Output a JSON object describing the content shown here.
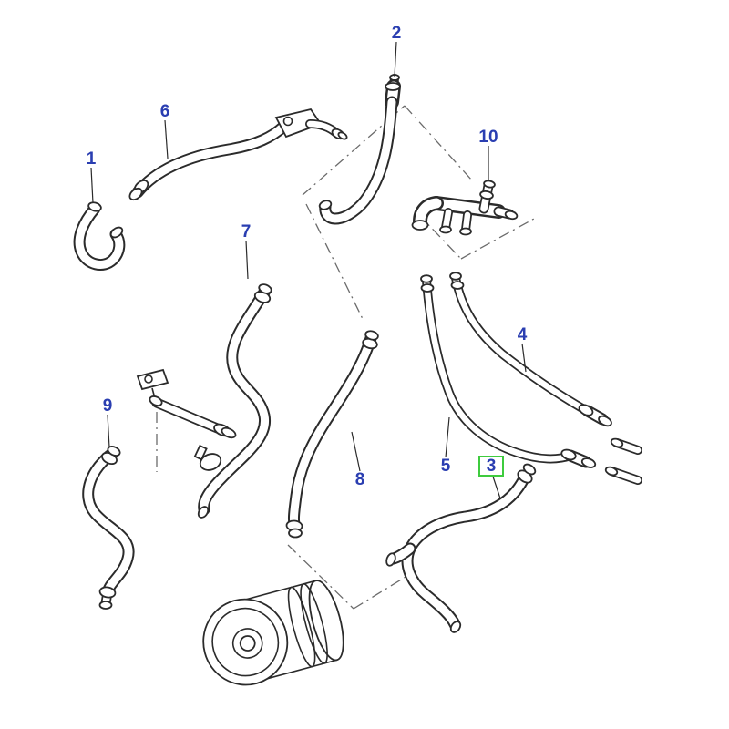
{
  "diagram": {
    "background_color": "#ffffff",
    "line_color": "#2b2b2b",
    "label_color": "#2a3eb1",
    "highlight_color": "#3ecb3e"
  },
  "callouts": [
    {
      "number": "1",
      "highlighted": false
    },
    {
      "number": "2",
      "highlighted": false
    },
    {
      "number": "3",
      "highlighted": true
    },
    {
      "number": "4",
      "highlighted": false
    },
    {
      "number": "5",
      "highlighted": false
    },
    {
      "number": "6",
      "highlighted": false
    },
    {
      "number": "7",
      "highlighted": false
    },
    {
      "number": "8",
      "highlighted": false
    },
    {
      "number": "9",
      "highlighted": false
    },
    {
      "number": "10",
      "highlighted": false
    }
  ]
}
